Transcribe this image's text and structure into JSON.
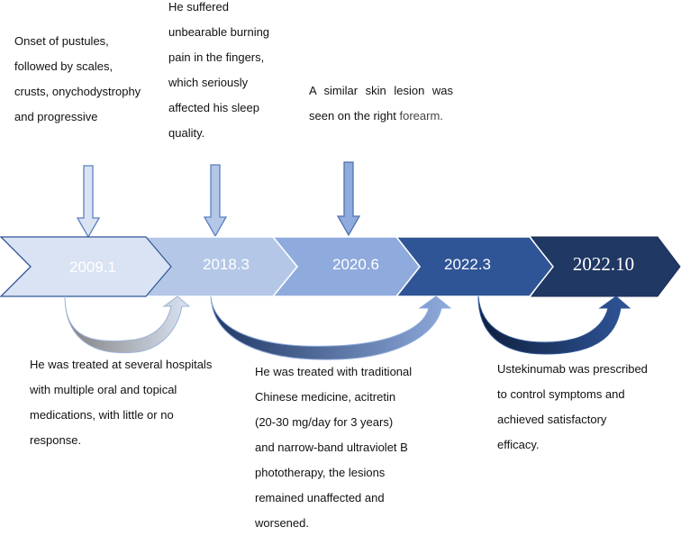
{
  "timeline": {
    "stages": [
      {
        "year": "2009.1",
        "color": "#dae3f3"
      },
      {
        "year": "2018.3",
        "color": "#b4c7e7"
      },
      {
        "year": "2020.6",
        "color": "#8faadc"
      },
      {
        "year": "2022.3",
        "color": "#2f5597"
      },
      {
        "year": "2022.10",
        "color": "#203864"
      }
    ]
  },
  "events_above": [
    {
      "text": "Onset of pustules, followed by scales, crusts, onychodystrophy and progressive"
    },
    {
      "text": "He suffered unbearable burning pain in the fingers, which seriously affected his sleep quality."
    },
    {
      "text_main": "A similar skin lesion was seen on the right",
      "text_tail": "forearm."
    }
  ],
  "treatments_below": [
    {
      "text": "He was treated at several hospitals with multiple oral and topical medications, with little or no response."
    },
    {
      "text": "He was treated with traditional Chinese medicine, acitretin (20-30 mg/day for 3 years) and narrow-band ultraviolet B phototherapy, the lesions remained unaffected and worsened."
    },
    {
      "text": "Ustekinumab was prescribed to control symptoms and achieved satisfactory efficacy."
    }
  ]
}
